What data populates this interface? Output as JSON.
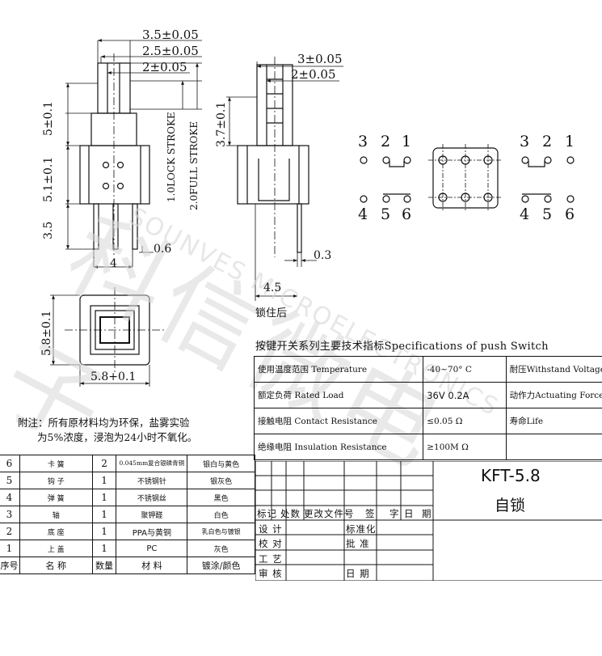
{
  "dims": {
    "d1": "3.5±0.05",
    "d2": "2.5±0.05",
    "d3": "2±0.05",
    "d4": "5±0.1",
    "d5": "5.1±0.1",
    "d6": "3.5",
    "d7": "0.6",
    "d8": "4",
    "d9": "1.0LOCK STROKE",
    "d10": "2.0FULL STROKE",
    "d11": "3±0.05",
    "d12": "2±0.05",
    "d13": "3.7±0.1",
    "d14": "0.3",
    "d15": "4.5",
    "d16": "5.8±0.1",
    "d17": "5.8+0.1"
  },
  "locked_label": "锁住后",
  "pins": {
    "left_top": [
      "3",
      "2",
      "1"
    ],
    "left_bottom": [
      "4",
      "5",
      "6"
    ],
    "right_top": [
      "3",
      "2",
      "1"
    ],
    "right_bottom": [
      "4",
      "5",
      "6"
    ]
  },
  "note": {
    "line1": "附注：所有原材料均为环保，盐雾实验",
    "line2": "为5%浓度，浸泡为24小时不氧化。"
  },
  "spec": {
    "title": "按键开关系列主要技术指标Specifications of push Switch",
    "rows": [
      [
        "使用温度范围 Temperature",
        "-40~70° C",
        "耐压Withstand Voltage"
      ],
      [
        "额定负荷 Rated Load",
        "36V  0.2A",
        "动作力Actuating Force"
      ],
      [
        "接触电阻 Contact Resistance",
        "≤0.05 Ω",
        "寿命Life"
      ],
      [
        "绝缘电阻 Insulation Resistance",
        "≥100M Ω",
        ""
      ]
    ]
  },
  "parts": {
    "rows": [
      [
        "6",
        "卡  簧",
        "2",
        "0.045mm复合银磷青铜",
        "银白与黄色"
      ],
      [
        "5",
        "钩  子",
        "1",
        "不锈钢针",
        "银灰色"
      ],
      [
        "4",
        "弹  簧",
        "1",
        "不锈钢丝",
        "黑色"
      ],
      [
        "3",
        "轴",
        "1",
        "聚钾醛",
        "白色"
      ],
      [
        "2",
        "底  座",
        "1",
        "PPA与黄铜",
        "乳白色与镀银"
      ],
      [
        "1",
        "上  盖",
        "1",
        "PC",
        "灰色"
      ]
    ],
    "header": [
      "序号",
      "名  称",
      "数量",
      "材  料",
      "镀涂/颜色"
    ]
  },
  "title_block": {
    "model": "KFT-5.8",
    "mode": "自锁",
    "rev_header": [
      "标记",
      "处数",
      "更改文件号",
      "签",
      "字",
      "日",
      "期"
    ],
    "rows": [
      "设  计",
      "校  对",
      "工  艺",
      "审  核"
    ],
    "standardize": "标准化",
    "approve": "批  准",
    "date": "日  期"
  },
  "watermark": {
    "cn": "科信微电子",
    "en": "SOUNVES MICROELECTRONICS"
  }
}
